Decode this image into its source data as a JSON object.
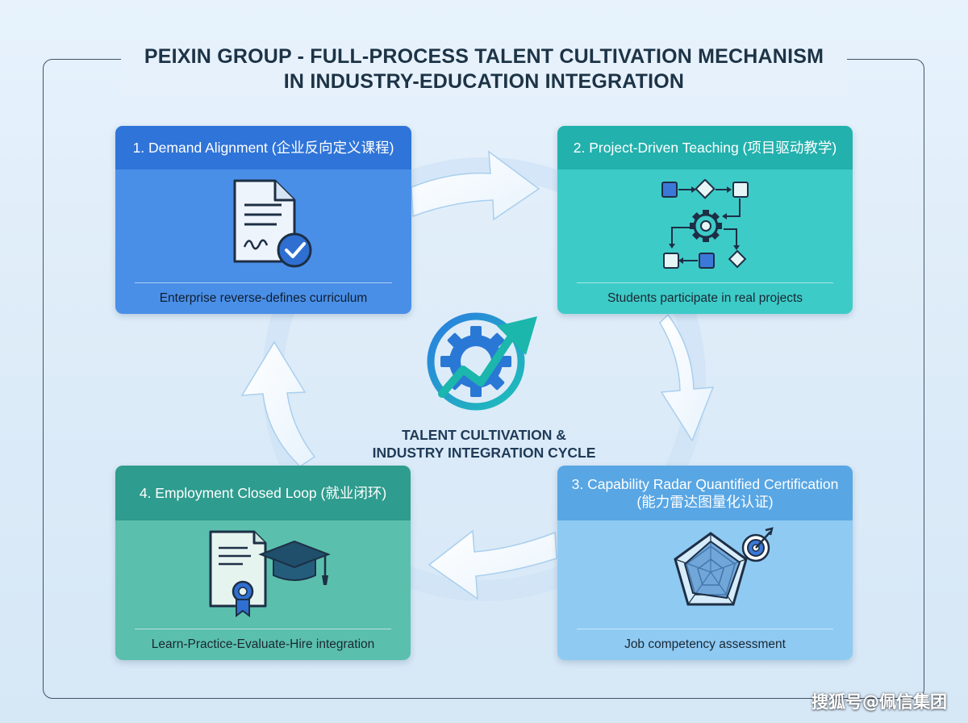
{
  "title": {
    "line1": "PEIXIN GROUP - FULL-PROCESS TALENT CULTIVATION MECHANISM",
    "line2": "IN INDUSTRY-EDUCATION INTEGRATION"
  },
  "center": {
    "line1": "TALENT CULTIVATION &",
    "line2": "INDUSTRY INTEGRATION CYCLE",
    "icon": "gear-growth-arrow-icon"
  },
  "steps": [
    {
      "title": "1. Demand Alignment (企业反向定义课程)",
      "caption": "Enterprise reverse-defines curriculum",
      "icon": "document-check-icon",
      "color": "#2f74d8"
    },
    {
      "title": "2. Project-Driven Teaching (项目驱动教学)",
      "caption": "Students participate in real projects",
      "icon": "workflow-gear-icon",
      "color": "#22b1ad"
    },
    {
      "title_line1": "3. Capability Radar Quantified Certification",
      "title_line2": "(能力雷达图量化认证)",
      "caption": "Job competency assessment",
      "icon": "radar-target-icon",
      "color": "#58a6e4"
    },
    {
      "title": "4. Employment Closed Loop (就业闭环)",
      "caption": "Learn-Practice-Evaluate-Hire integration",
      "icon": "certificate-graduation-icon",
      "color": "#2e9c8e"
    }
  ],
  "watermark": "搜狐号@佩信集团"
}
